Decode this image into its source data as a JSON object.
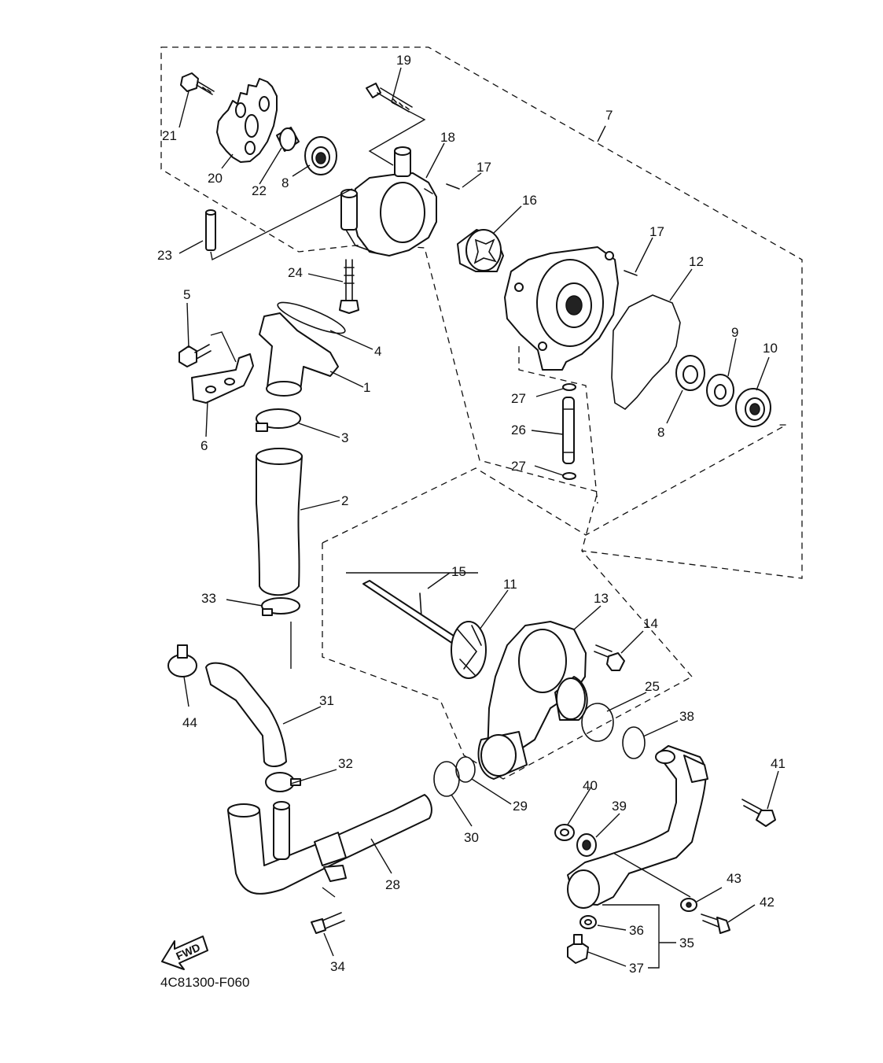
{
  "caption": "4C81300-F060",
  "fwd_label": "FWD",
  "callouts": {
    "c1": "1",
    "c2": "2",
    "c3": "3",
    "c4": "4",
    "c5": "5",
    "c6": "6",
    "c7": "7",
    "c8a": "8",
    "c8b": "8",
    "c9": "9",
    "c10": "10",
    "c11": "11",
    "c12": "12",
    "c13": "13",
    "c14": "14",
    "c15": "15",
    "c16": "16",
    "c17a": "17",
    "c17b": "17",
    "c18": "18",
    "c19": "19",
    "c20": "20",
    "c21": "21",
    "c22": "22",
    "c23": "23",
    "c24": "24",
    "c25": "25",
    "c26": "26",
    "c27a": "27",
    "c27b": "27",
    "c28": "28",
    "c29": "29",
    "c30": "30",
    "c31": "31",
    "c32": "32",
    "c33": "33",
    "c34": "34",
    "c35": "35",
    "c36": "36",
    "c37": "37",
    "c38": "38",
    "c39": "39",
    "c40": "40",
    "c41": "41",
    "c42": "42",
    "c43": "43",
    "c44": "44"
  }
}
